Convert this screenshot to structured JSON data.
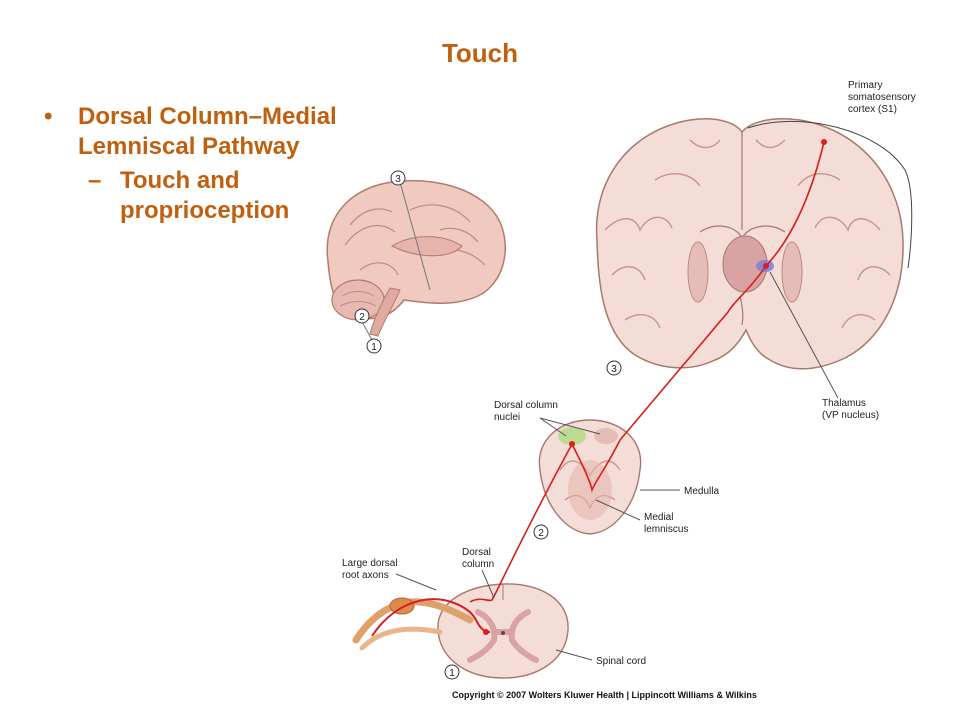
{
  "slide": {
    "title": "Touch",
    "bullet": "Dorsal Column–Medial Lemniscal Pathway",
    "sub_bullet": "Touch and proprioception",
    "bullet_marker": "•",
    "sub_marker": "–"
  },
  "figure": {
    "labels": {
      "cortex": [
        "Primary",
        "somatosensory",
        "cortex (S1)"
      ],
      "thalamus": [
        "Thalamus",
        "(VP nucleus)"
      ],
      "dorsal_column_nuclei": [
        "Dorsal column",
        "nuclei"
      ],
      "medulla": "Medulla",
      "medial_lemniscus": [
        "Medial",
        "lemniscus"
      ],
      "dorsal_column": [
        "Dorsal",
        "column"
      ],
      "large_dorsal_root_axons": [
        "Large dorsal",
        "root axons"
      ],
      "spinal_cord": "Spinal cord"
    },
    "section_numbers": [
      "1",
      "2",
      "3"
    ],
    "copyright": "Copyright © 2007 Wolters Kluwer Health | Lippincott Williams & Wilkins"
  },
  "colors": {
    "heading_text": "#c0600f",
    "pathway": "#d81e1e",
    "tissue": "#f2d3cf",
    "gray_matter": "#d9a3a3",
    "nuclei_highlight": "#b7d98b",
    "thalamus_highlight": "#7a7fd6"
  }
}
